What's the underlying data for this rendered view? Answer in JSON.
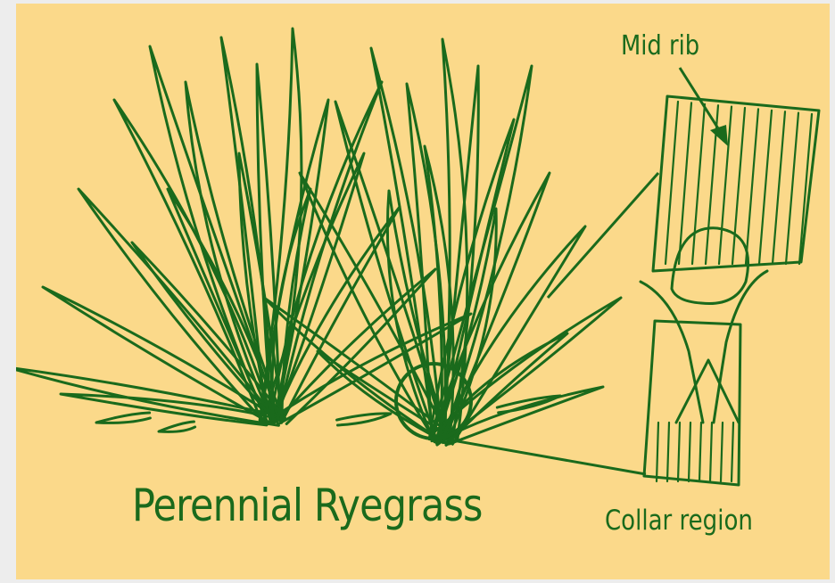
{
  "diagram": {
    "title": "Perennial Ryegrass",
    "labels": {
      "mid_rib": "Mid rib",
      "collar_region": "Collar region"
    }
  },
  "colors": {
    "background": "#fbd98a",
    "ink": "#1a6a1c",
    "page": "#ededed"
  },
  "icons": [
    "ryegrass-plant-illustration",
    "collar-magnifier-circle",
    "leaf-collar-detail",
    "midrib-arrow"
  ]
}
